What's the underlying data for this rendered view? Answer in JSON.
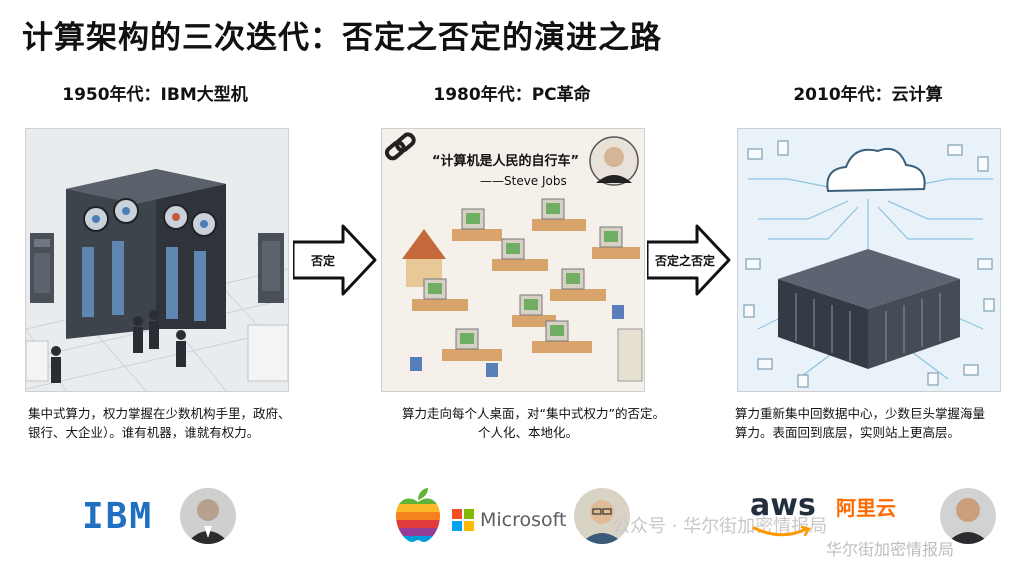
{
  "title": "计算架构的三次迭代：否定之否定的演进之路",
  "eras": [
    {
      "label": "1950年代：IBM大型机",
      "caption_lines": [
        "集中式算力，权力掌握在少数机构手里，政府、",
        "银行、大企业）。谁有机器，谁就有权力。"
      ],
      "logos": [
        "IBM"
      ]
    },
    {
      "label": "1980年代：PC革命",
      "quote": "“计算机是人民的自行车”",
      "quote_author": "——Steve Jobs",
      "caption_lines": [
        "算力走向每个人桌面，对“集中式权力”的否定。",
        "个人化、本地化。"
      ],
      "logos": [
        "Microsoft"
      ]
    },
    {
      "label": "2010年代：云计算",
      "caption_lines": [
        "算力重新集中回数据中心，少数巨头掌握海量",
        "算力。表面回到底层，实则站上更高层。"
      ],
      "logos": [
        "aws",
        "阿里云"
      ]
    }
  ],
  "arrows": [
    "否定",
    "否定之否定"
  ],
  "watermark": {
    "wechat": "公众号 · 华尔街加密情报局",
    "corner": "华尔街加密情报局"
  },
  "colors": {
    "ibm_blue": "#1f70c1",
    "aws_orange": "#ff9900",
    "aliyun_orange": "#ff6a00",
    "ms_red": "#f25022",
    "ms_green": "#7fba00",
    "ms_blue": "#00a4ef",
    "ms_yellow": "#ffb900"
  }
}
